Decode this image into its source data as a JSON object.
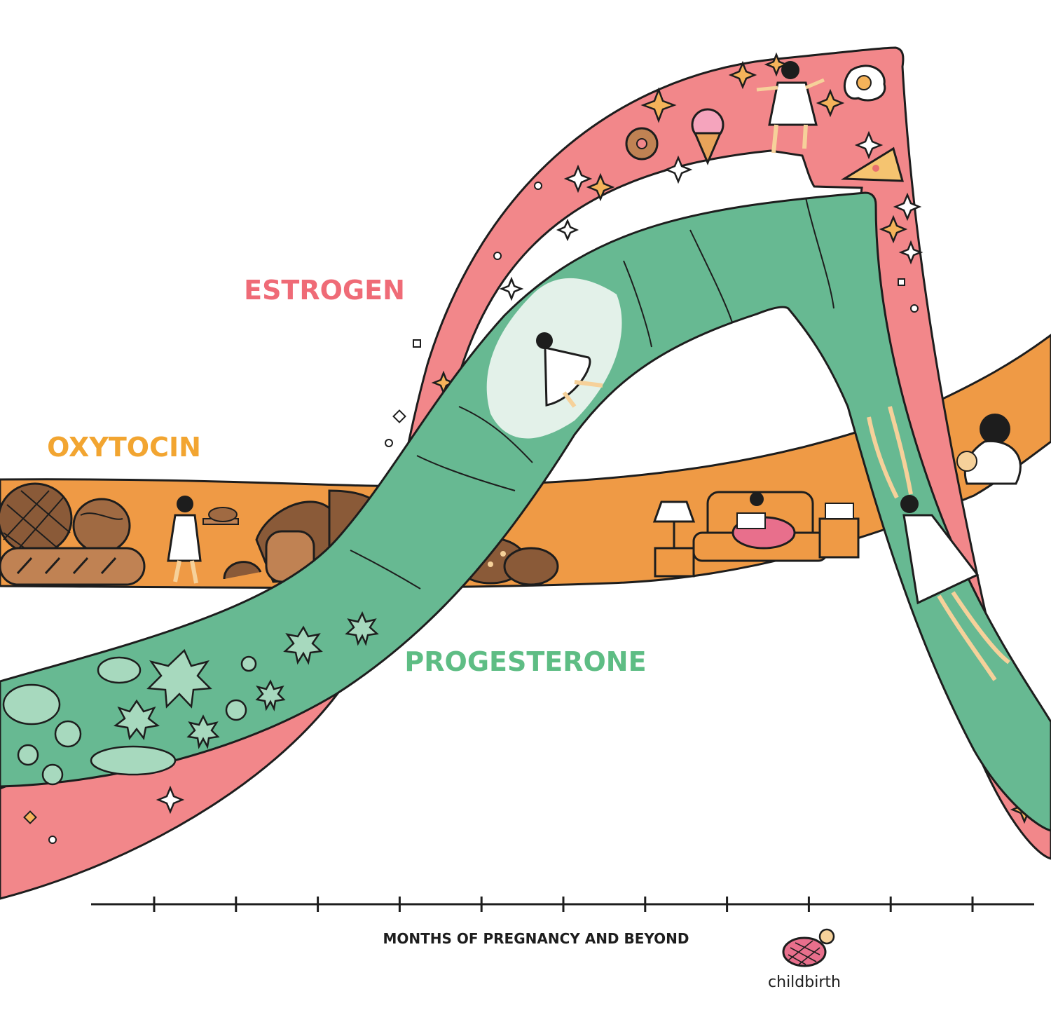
{
  "labels": {
    "estrogen": "ESTROGEN",
    "oxytocin": "OXYTOCIN",
    "progesterone": "PROGESTERONE"
  },
  "axis": {
    "title": "MONTHS OF PREGNANCY AND BEYOND",
    "tick_count": 11
  },
  "milestone": {
    "label": "childbirth",
    "icon": "baby-icon"
  },
  "colors": {
    "estrogen": "#f2878a",
    "estrogen_text": "#ef6b77",
    "oxytocin": "#ef9a45",
    "oxytocin_text": "#f2a531",
    "progesterone": "#67b992",
    "progesterone_text": "#5ebd84",
    "outline": "#1d1d1d"
  },
  "illustrations": {
    "estrogen_band": [
      "sparkle-icon",
      "donut-icon",
      "ice-cream-icon",
      "fried-egg-icon",
      "pizza-slice-icon",
      "woman-icon"
    ],
    "oxytocin_band": [
      "bread-loaf-icon",
      "baguette-icon",
      "woman-icon",
      "lamp-icon",
      "sofa-icon",
      "bookshelf-icon",
      "mother-and-baby-icon"
    ],
    "progesterone_band": [
      "cell-icon",
      "woman-floating-icon",
      "woman-falling-icon"
    ]
  }
}
